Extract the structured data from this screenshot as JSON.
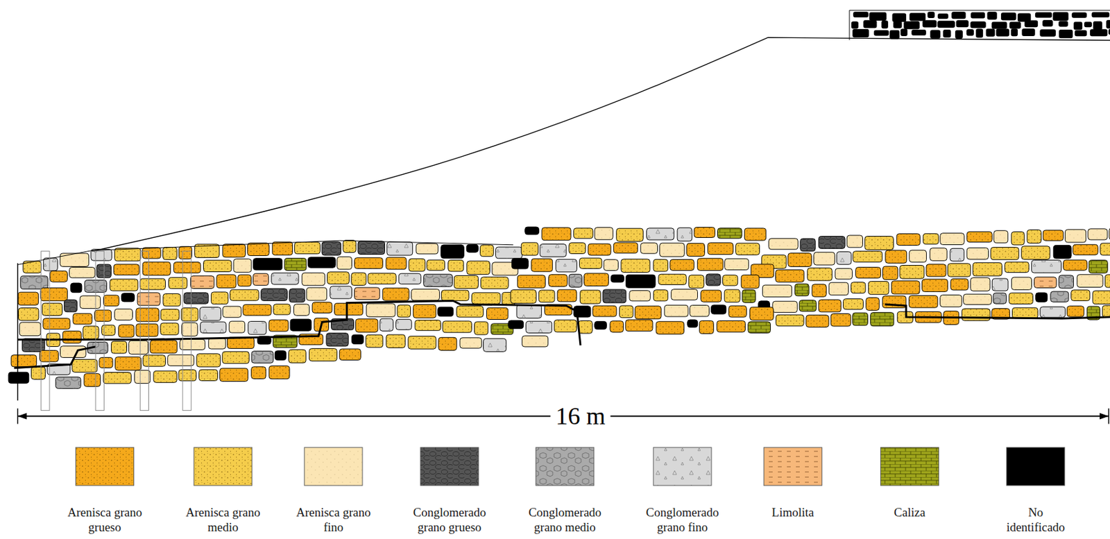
{
  "diagram": {
    "labels": [
      "16 m"
    ],
    "legend": [
      {
        "text": "Arenisca grano grueso",
        "color": "#f5a91b"
      },
      {
        "text": "Arenisca grano medio",
        "color": "#f5cd4b"
      },
      {
        "text": "Arenisca grano fino",
        "color": "#fbe5b4"
      },
      {
        "text": "Conglomerado grano grueso",
        "color": "#555555"
      },
      {
        "text": "Conglomerado grano medio",
        "color": "#aaaaaa"
      },
      {
        "text": "Conglomerado grano fino",
        "color": "#d8d8d8"
      },
      {
        "text": "Limolita",
        "color": "#f7b87a"
      },
      {
        "text": "Caliza",
        "color": "#9fa51b"
      },
      {
        "text": "No identificado",
        "color": "#000000"
      }
    ]
  }
}
